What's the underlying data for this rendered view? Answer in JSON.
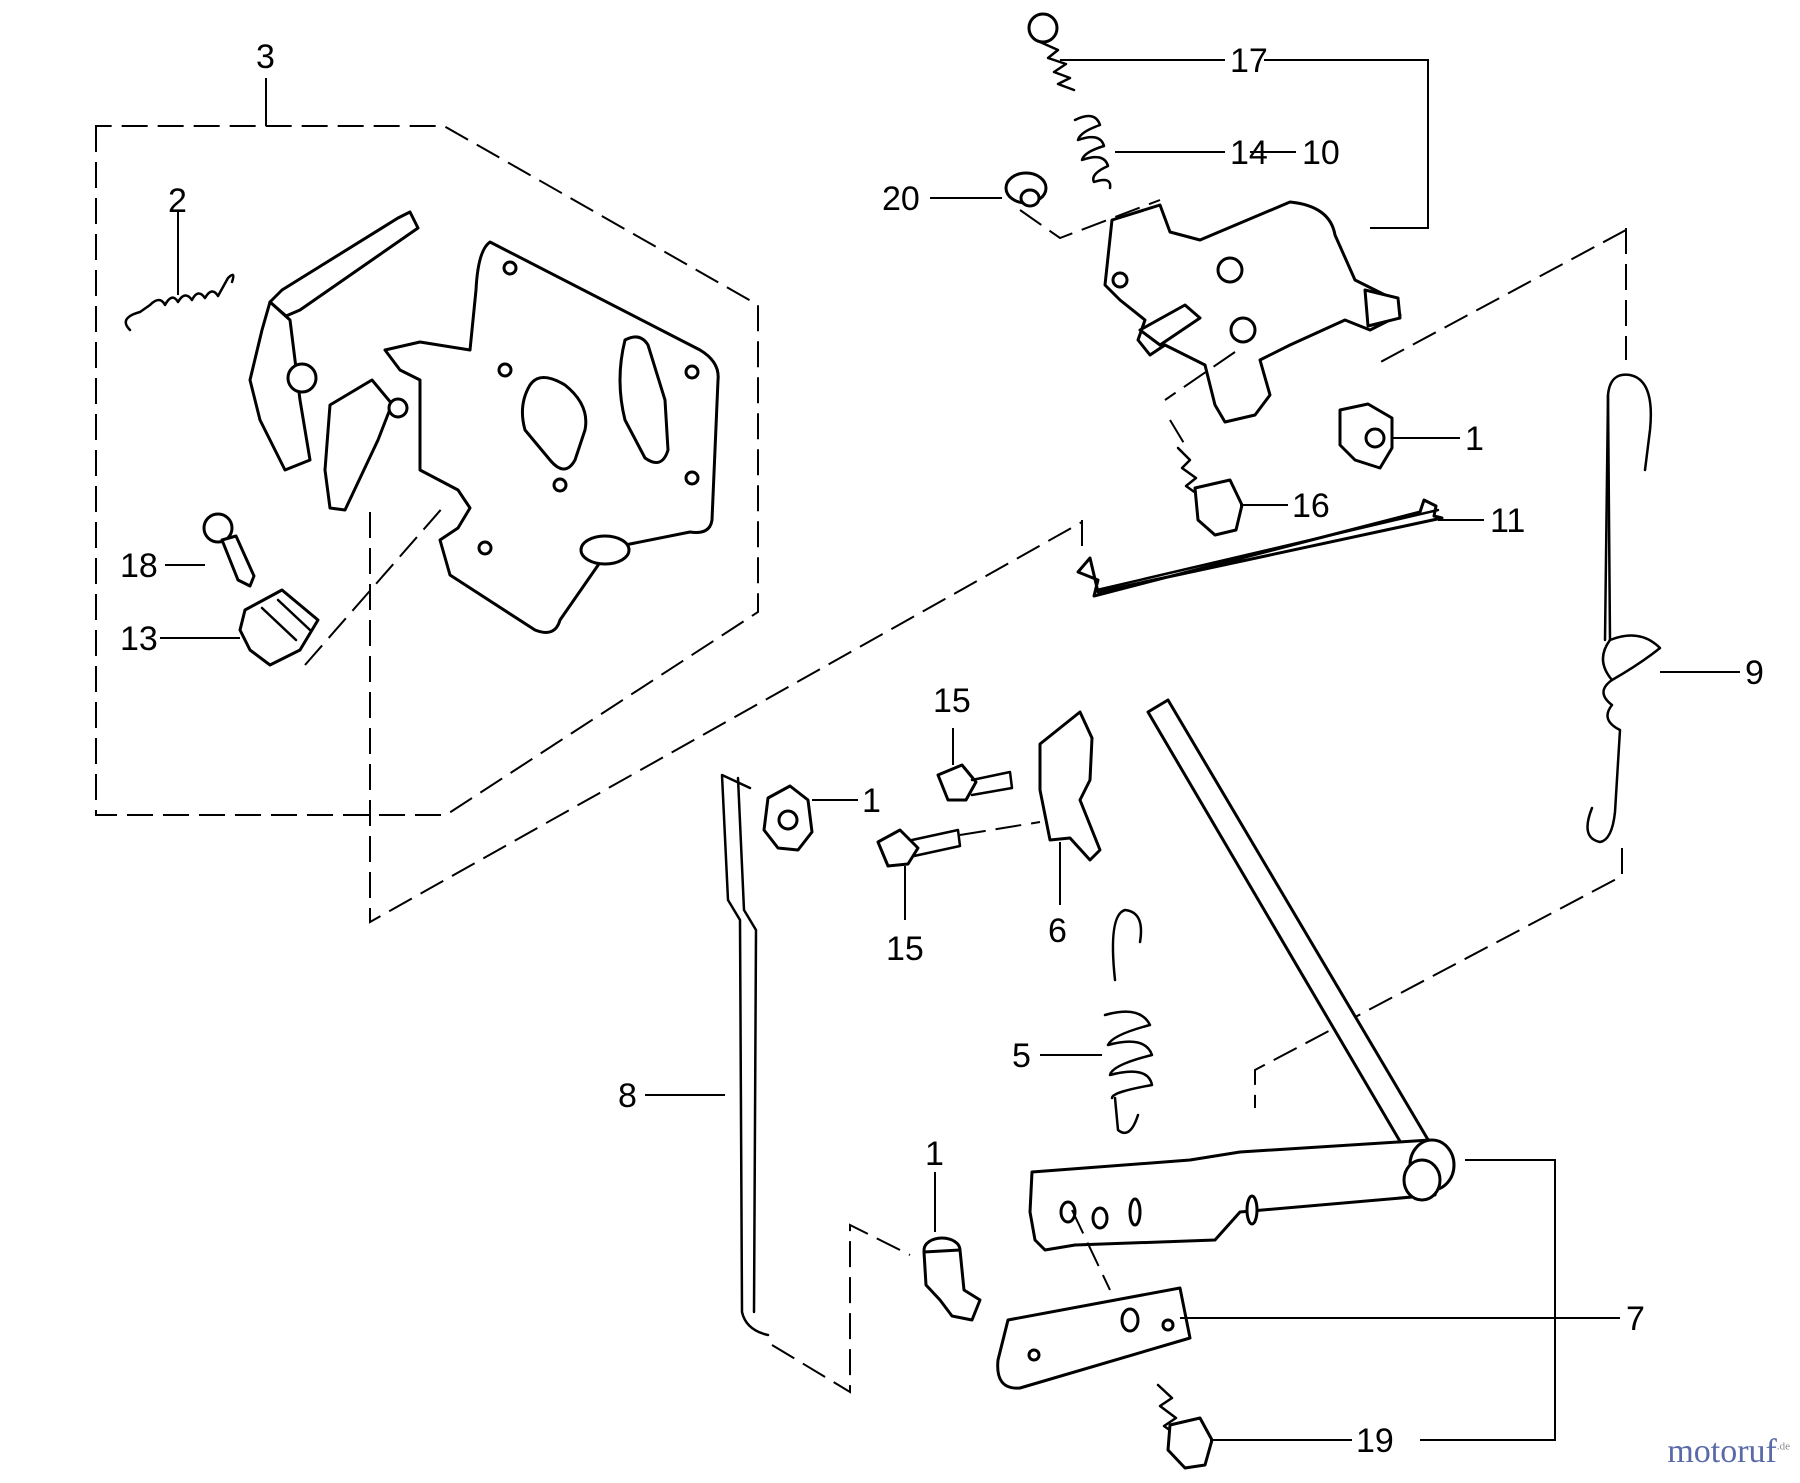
{
  "labels": {
    "l1a": "1",
    "l1b": "1",
    "l1c": "1",
    "l2": "2",
    "l3": "3",
    "l5": "5",
    "l6": "6",
    "l7": "7",
    "l8": "8",
    "l9": "9",
    "l10": "10",
    "l11": "11",
    "l13": "13",
    "l14": "14",
    "l15a": "15",
    "l15b": "15",
    "l16": "16",
    "l17": "17",
    "l18": "18",
    "l19": "19",
    "l20": "20"
  },
  "watermark": {
    "text": "motoruf",
    "suffix": ".de",
    "color": "#5a6aa8"
  }
}
